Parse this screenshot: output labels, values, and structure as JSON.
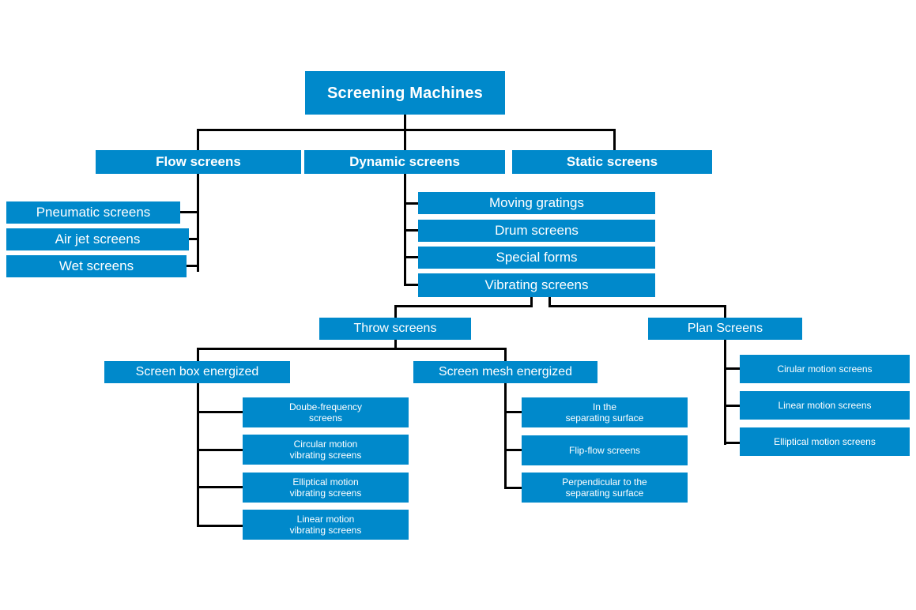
{
  "diagram": {
    "title": "Screening Machines",
    "type": "organization-tree",
    "accent_color": "#0089cb",
    "line_color": "#000000",
    "background_color": "#ffffff",
    "text_color": "#ffffff"
  },
  "nodes": {
    "root": {
      "label": "Screening Machines"
    },
    "level1": [
      {
        "label": "Flow screens"
      },
      {
        "label": "Dynamic screens"
      },
      {
        "label": "Static screens"
      }
    ],
    "flow_children": [
      {
        "label": "Pneumatic screens"
      },
      {
        "label": "Air jet screens"
      },
      {
        "label": "Wet screens"
      }
    ],
    "dynamic_children": [
      {
        "label": "Moving gratings"
      },
      {
        "label": "Drum screens"
      },
      {
        "label": "Special forms"
      },
      {
        "label": "Vibrating screens"
      }
    ],
    "vibrating_children": [
      {
        "label": "Throw screens"
      },
      {
        "label": "Plan Screens"
      }
    ],
    "throw_children": [
      {
        "label": "Screen box energized"
      },
      {
        "label": "Screen mesh energized"
      }
    ],
    "screen_box_children": [
      {
        "label": "Doube-frequency\nscreens"
      },
      {
        "label": "Circular motion\nvibrating screens"
      },
      {
        "label": "Elliptical motion\nvibrating screens"
      },
      {
        "label": "Linear motion\nvibrating screens"
      }
    ],
    "screen_mesh_children": [
      {
        "label": "In the\nseparating surface"
      },
      {
        "label": "Flip-flow screens"
      },
      {
        "label": "Perpendicular to the\nseparating surface"
      }
    ],
    "plan_children": [
      {
        "label": "Cirular motion screens"
      },
      {
        "label": "Linear motion screens"
      },
      {
        "label": "Elliptical motion screens"
      }
    ]
  }
}
